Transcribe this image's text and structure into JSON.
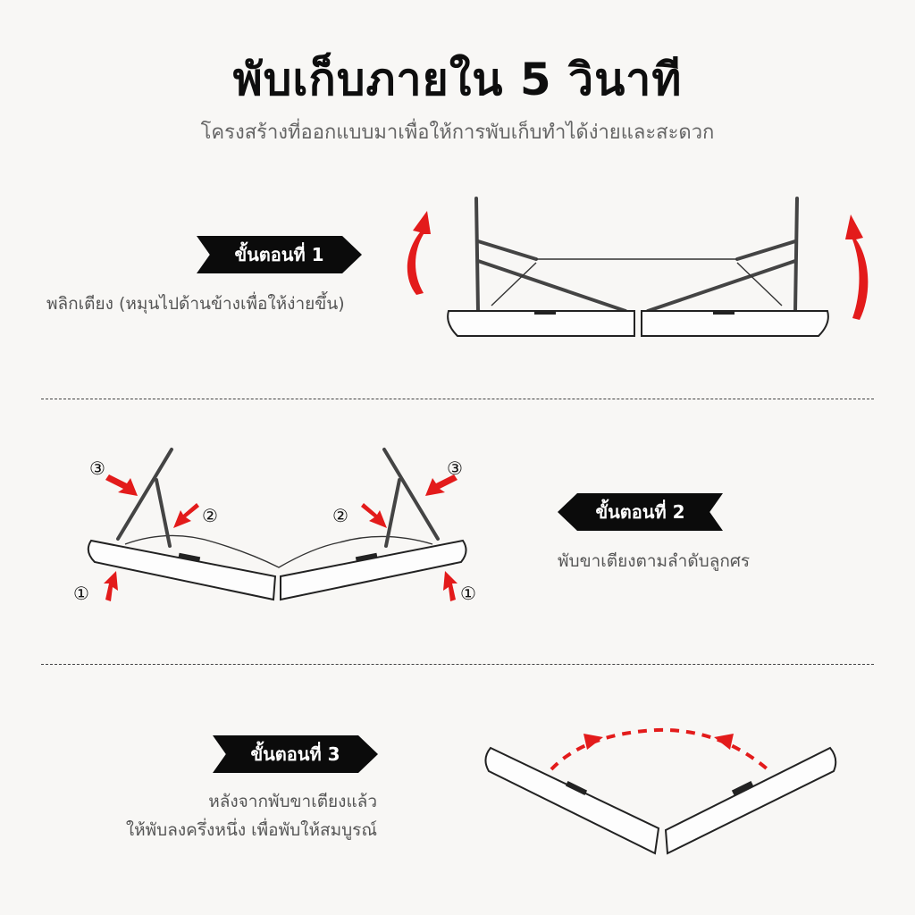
{
  "title": "พับเก็บภายใน 5 วินาที",
  "subtitle": "โครงสร้างที่ออกแบบมาเพื่อให้การพับเก็บทำได้ง่ายและสะดวก",
  "steps": [
    {
      "label": "ขั้นตอนที่ 1",
      "description": [
        "พลิกเตียง (หมุนไปด้านข้างเพื่อให้ง่ายขึ้น)"
      ]
    },
    {
      "label": "ขั้นตอนที่ 2",
      "description": [
        "พับขาเตียงตามลำดับลูกศร"
      ]
    },
    {
      "label": "ขั้นตอนที่ 3",
      "description": [
        "หลังจากพับขาเตียงแล้ว",
        "ให้พับลงครึ่งหนึ่ง เพื่อพับให้สมบูรณ์"
      ]
    }
  ],
  "markers": {
    "one": "①",
    "two": "②",
    "three": "③"
  },
  "colors": {
    "arrow": "#e31b1b",
    "badge": "#0b0b0b",
    "text_muted": "#555555"
  },
  "icons": {
    "step1": "flip-arrow-icon",
    "step2": "push-arrow-icon",
    "step3": "fold-arrow-icon"
  }
}
